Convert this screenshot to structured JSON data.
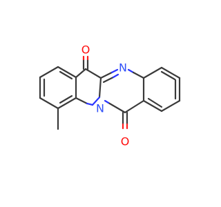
{
  "molecule": {
    "atoms": [
      {
        "id": "O1",
        "element": "O",
        "color": "#ff0d0d"
      },
      {
        "id": "O2",
        "element": "O",
        "color": "#ff0d0d"
      },
      {
        "id": "N1",
        "element": "N",
        "color": "#3050f8"
      },
      {
        "id": "N2",
        "element": "N",
        "color": "#3050f8"
      }
    ],
    "substituents": [
      "methyl"
    ],
    "bond_color": "#3a3a3a"
  }
}
